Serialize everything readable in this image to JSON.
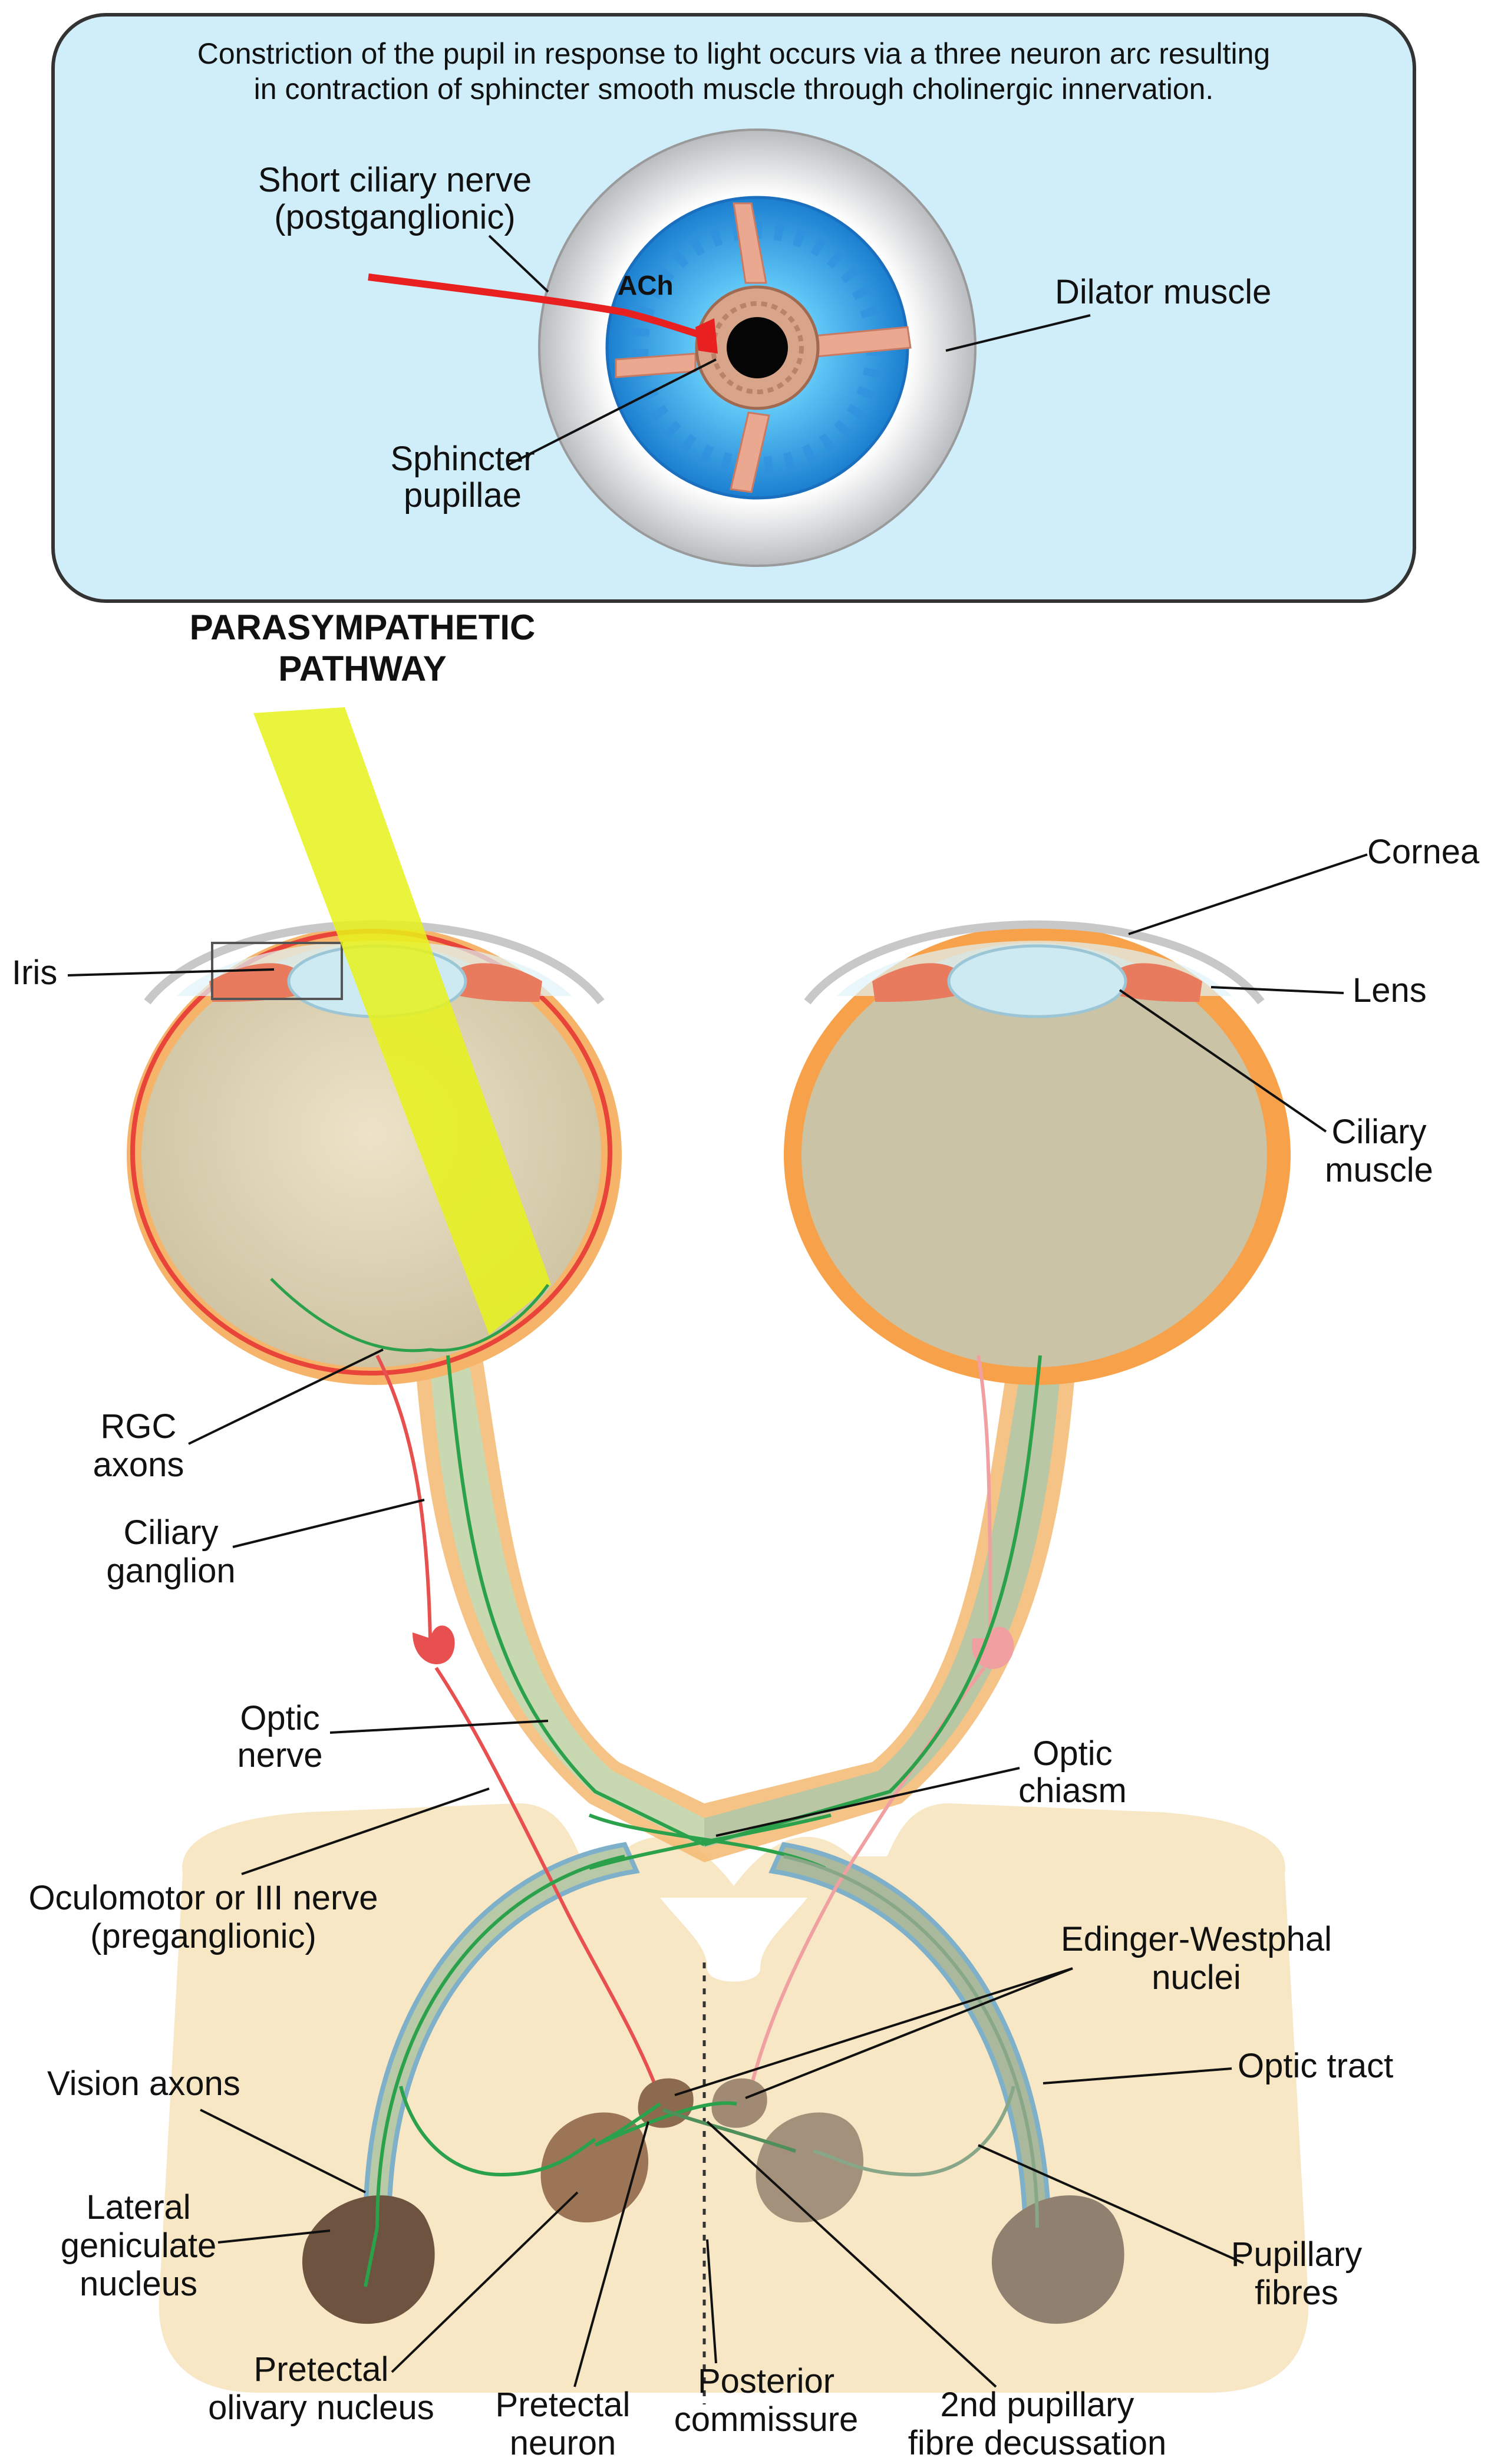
{
  "caption": {
    "line1": "Constriction of the pupil in response to light occurs via a three neuron arc resulting",
    "line2": "in contraction of sphincter smooth muscle through cholinergic innervation."
  },
  "inset": {
    "short_ciliary_nerve": [
      "Short ciliary nerve",
      "(postganglionic)"
    ],
    "ach": "ACh",
    "dilator_muscle": "Dilator muscle",
    "sphincter_pupillae": [
      "Sphincter",
      "pupillae"
    ]
  },
  "heading": [
    "PARASYMPATHETIC",
    "PATHWAY"
  ],
  "labels": {
    "cornea": "Cornea",
    "iris": "Iris",
    "lens": "Lens",
    "ciliary_muscle": [
      "Ciliary",
      "muscle"
    ],
    "rgc_axons": [
      "RGC",
      "axons"
    ],
    "ciliary_ganglion": [
      "Ciliary",
      "ganglion"
    ],
    "optic_nerve": [
      "Optic",
      "nerve"
    ],
    "optic_chiasm": [
      "Optic",
      "chiasm"
    ],
    "oculomotor_nerve": [
      "Oculomotor or III nerve",
      "(preganglionic)"
    ],
    "edinger_westphal": [
      "Edinger-Westphal",
      "nuclei"
    ],
    "optic_tract": "Optic tract",
    "vision_axons": "Vision axons",
    "lateral_geniculate": [
      "Lateral",
      "geniculate",
      "nucleus"
    ],
    "pupillary_fibres": [
      "Pupillary",
      "fibres"
    ],
    "pretectal_olivary": [
      "Pretectal",
      "olivary nucleus"
    ],
    "pretectal_neuron": [
      "Pretectal",
      "neuron"
    ],
    "posterior_commissure": [
      "Posterior",
      "commissure"
    ],
    "decussation": [
      "2nd pupillary",
      "fibre decussation"
    ]
  },
  "colors": {
    "inset_bg": "#cfeefa",
    "iris_blue": "#2f9ee0",
    "nerve_red": "#e82020",
    "light_beam": "#e8f21a",
    "optic_pathway": "#c8d8b0",
    "brain_bg": "#f7e7c5",
    "fibre_green": "#2aa14a",
    "nucleus_brown": "#8c6a4e"
  }
}
